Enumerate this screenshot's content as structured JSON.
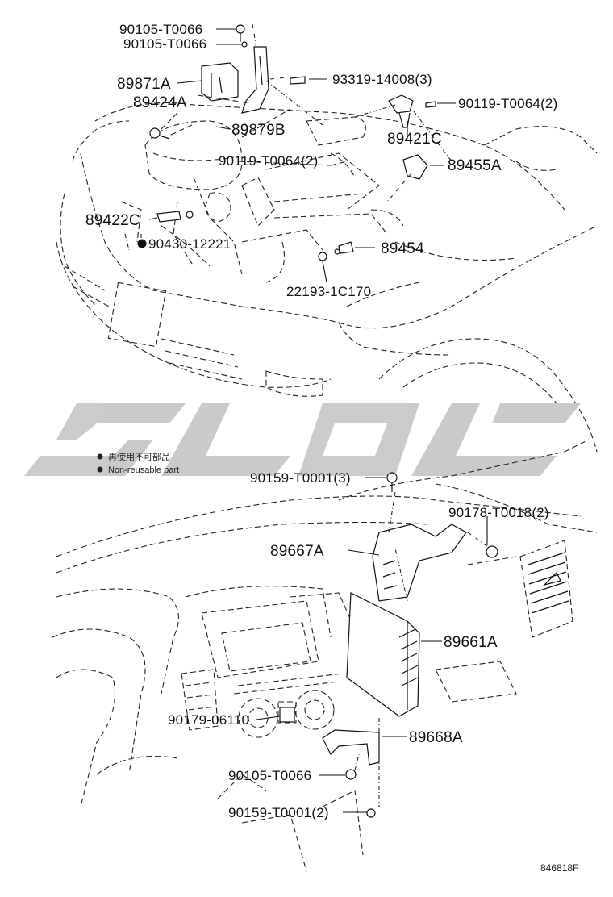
{
  "diagram_code": "846818F",
  "legend": {
    "non_reusable_jp": "再使用不可部品",
    "non_reusable_en": "Non-reusable part"
  },
  "watermark_text": "SLOL",
  "engine_parts": {
    "p1": "90105-T0066",
    "p2": "90105-T0066",
    "p3": "89871A",
    "p4": "93319-14008(3)",
    "p5": "89424A",
    "p6": "90119-T0064(2)",
    "p7": "89879B",
    "p8": "89421C",
    "p9": "90119-T0064(2)",
    "p10": "89455A",
    "p11": "89422C",
    "p12": "90430-12221",
    "p13": "89454",
    "p14": "22193-1C170"
  },
  "dash_parts": {
    "p1": "90159-T0001(3)",
    "p2": "90178-T0018(2)",
    "p3": "89667A",
    "p4": "89661A",
    "p5": "90179-06110",
    "p6": "89668A",
    "p7": "90105-T0066",
    "p8": "90159-T0001(2)"
  },
  "colors": {
    "line": "#111111",
    "watermark": "#c8c8c8",
    "background": "#ffffff"
  }
}
